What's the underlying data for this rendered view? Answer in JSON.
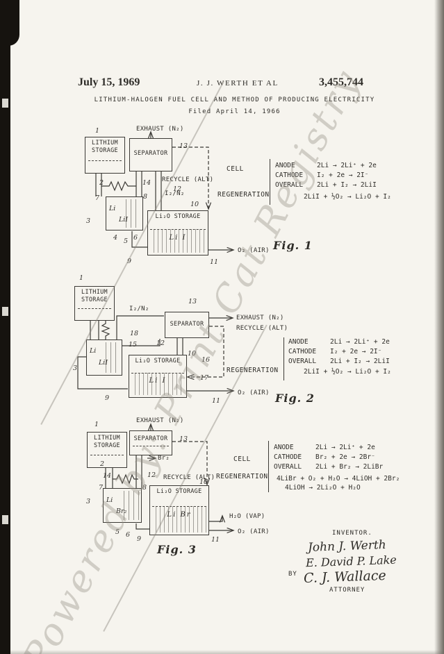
{
  "header": {
    "date": "July 15, 1969",
    "inventors": "J. J. WERTH ET AL",
    "patent_number": "3,455,744",
    "title": "LITHIUM-HALOGEN FUEL CELL AND METHOD OF PRODUCING ELECTRICITY",
    "filed": "Filed April 14, 1966"
  },
  "watermark": "Powered by: Print Cat Registry",
  "fig1": {
    "caption": "Fig. 1",
    "labels": {
      "exhaust": "EXHAUST (N₂)",
      "lithium_storage": "LITHIUM\nSTORAGE",
      "separator": "SEPARATOR",
      "recycle": "RECYCLE (ALT)",
      "stream": "I₂/N₂",
      "tank": "Li₂O STORAGE",
      "tank_content": "Li I",
      "cell_metal": "Li",
      "cell_salt": "LiI",
      "o2": "O₂ (AIR)",
      "cell_bracket": "CELL",
      "regen_bracket": "REGENERATION"
    },
    "equations": {
      "anode_label": "ANODE",
      "anode": "2Li → 2Li⁺ + 2e",
      "cathode_label": "CATHODE",
      "cathode": "I₂ + 2e → 2I⁻",
      "overall_label": "OVERALL",
      "overall": "2Li + I₂ → 2LiI",
      "regen1": "2LiI + ½O₂ → Li₂O + I₂"
    },
    "refs": [
      "1",
      "2",
      "3",
      "4",
      "5",
      "6",
      "7",
      "8",
      "9",
      "10",
      "11",
      "12",
      "13",
      "14"
    ]
  },
  "fig2": {
    "caption": "Fig. 2",
    "labels": {
      "exhaust": "EXHAUST (N₂)",
      "lithium_storage": "LITHIUM\nSTORAGE",
      "separator": "SEPARATOR",
      "recycle": "RECYCLE (ALT)",
      "stream": "I₂/N₂",
      "tank": "Li₂O STORAGE",
      "tank_content": "Li I",
      "cell_metal": "Li",
      "cell_salt": "LiI",
      "o2": "O₂ (AIR)",
      "regen_bracket": "REGENERATION"
    },
    "equations": {
      "anode_label": "ANODE",
      "anode": "2Li → 2Li⁺ + 2e",
      "cathode_label": "CATHODE",
      "cathode": "I₂ + 2e → 2I⁻",
      "overall_label": "OVERALL",
      "overall": "2Li + I₂ → 2LiI",
      "regen1": "2LiI + ½O₂ → Li₂O + I₂"
    },
    "refs": [
      "1",
      "3",
      "9",
      "10",
      "11",
      "12",
      "13",
      "15",
      "16",
      "17",
      "18"
    ]
  },
  "fig3": {
    "caption": "Fig. 3",
    "labels": {
      "exhaust": "EXHAUST (N₂)",
      "lithium_storage": "LITHIUM\nSTORAGE",
      "separator": "SEPARATOR",
      "br2": "Br₂",
      "recycle": "RECYCLE (ALT)",
      "tank": "Li₂O STORAGE",
      "tank_content": "Li Br",
      "cell_metal": "Li",
      "cell_salt": "Br₂",
      "h2o": "H₂O (VAP)",
      "o2": "O₂ (AIR)",
      "cell_bracket": "CELL",
      "regen_bracket": "REGENERATION"
    },
    "equations": {
      "anode_label": "ANODE",
      "anode": "2Li → 2Li⁺ + 2e",
      "cathode_label": "CATHODE",
      "cathode": "Br₂ + 2e → 2Br⁻",
      "overall_label": "OVERALL",
      "overall": "2Li + Br₂ → 2LiBr",
      "regen1": "4LiBr + O₂ + H₂O → 4LiOH + 2Br₂",
      "regen2": "4LiOH → 2Li₂O + H₂O"
    },
    "refs": [
      "1",
      "2",
      "3",
      "5",
      "6",
      "7",
      "8",
      "9",
      "10",
      "11",
      "12",
      "13",
      "14"
    ]
  },
  "signature": {
    "inventor_label": "INVENTOR.",
    "inventor1": "John J. Werth",
    "inventor2": "E. David P. Lake",
    "by_label": "BY",
    "attorney_name": "C. J. Wallace",
    "attorney_label": "ATTORNEY"
  }
}
